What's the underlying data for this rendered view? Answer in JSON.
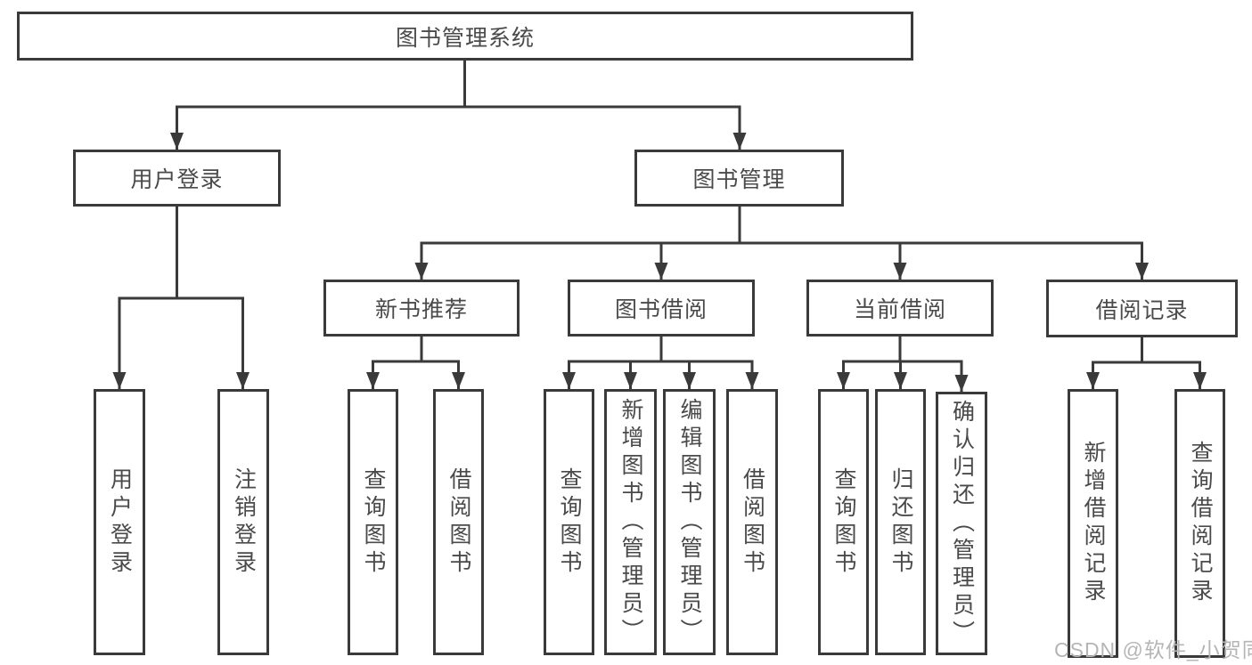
{
  "tree": {
    "root": {
      "label": "图书管理系统",
      "children": [
        {
          "label": "用户登录",
          "children": [
            {
              "label": "用户登录"
            },
            {
              "label": "注销登录"
            }
          ]
        },
        {
          "label": "图书管理",
          "children": [
            {
              "label": "新书推荐",
              "children": [
                {
                  "label": "查询图书"
                },
                {
                  "label": "借阅图书"
                }
              ]
            },
            {
              "label": "图书借阅",
              "children": [
                {
                  "label": "查询图书"
                },
                {
                  "label": "新增图书（管理员）"
                },
                {
                  "label": "编辑图书（管理员）"
                },
                {
                  "label": "借阅图书"
                }
              ]
            },
            {
              "label": "当前借阅",
              "children": [
                {
                  "label": "查询图书"
                },
                {
                  "label": "归还图书"
                },
                {
                  "label": "确认归还（管理员）"
                }
              ]
            },
            {
              "label": "借阅记录",
              "children": [
                {
                  "label": "新增借阅记录"
                },
                {
                  "label": "查询借阅记录"
                }
              ]
            }
          ]
        }
      ]
    }
  },
  "watermark": {
    "text": "CSDN @软件_小贺同学"
  },
  "colors": {
    "line": "#3a3a3a",
    "text": "#4a4a4a",
    "watermark": "#b5b5b5",
    "background": "#ffffff"
  }
}
